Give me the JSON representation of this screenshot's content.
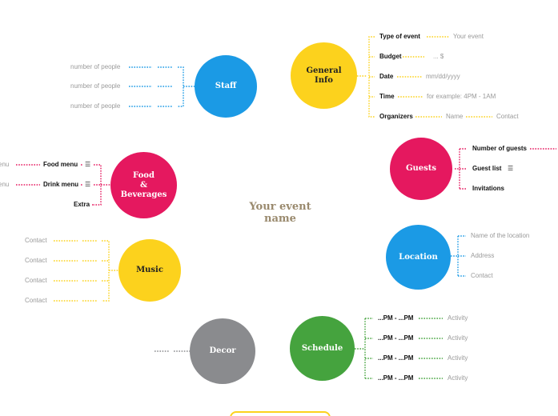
{
  "title": "Your event name",
  "staff": {
    "label": "Staff",
    "items": [
      "number of people",
      "number of people",
      "number of people"
    ]
  },
  "general_info": {
    "label": "General\nInfo",
    "rows": [
      {
        "key": "Type of event",
        "value": "Your event"
      },
      {
        "key": "Budget",
        "value": "... $"
      },
      {
        "key": "Date",
        "value": "mm/dd/yyyy"
      },
      {
        "key": "Time",
        "value": "for example: 4PM - 1AM"
      },
      {
        "key": "Organizers",
        "value": "Name",
        "extra": "Contact"
      }
    ]
  },
  "food": {
    "label": "Food\n&\nBeverages",
    "items": [
      "Food menu",
      "Drink menu",
      "Extra"
    ],
    "outer": [
      "enu",
      "enu"
    ]
  },
  "guests": {
    "label": "Guests",
    "items": [
      "Number of guests",
      "Guest list",
      "Invitations"
    ]
  },
  "location": {
    "label": "Location",
    "items": [
      "Name of the location",
      "Address",
      "Contact"
    ]
  },
  "music": {
    "label": "Music",
    "items": [
      "Contact",
      "Contact",
      "Contact",
      "Contact"
    ]
  },
  "schedule": {
    "label": "Schedule",
    "rows": [
      {
        "time": "...PM - ...PM",
        "activity": "Activity"
      },
      {
        "time": "...PM - ...PM",
        "activity": "Activity"
      },
      {
        "time": "...PM - ...PM",
        "activity": "Activity"
      },
      {
        "time": "...PM - ...PM",
        "activity": "Activity"
      }
    ]
  },
  "decor": {
    "label": "Decor"
  },
  "icons": {
    "list": "list-icon"
  },
  "colors": {
    "blue": "#1b9ae5",
    "yellow": "#fcd21d",
    "pink": "#e5185f",
    "green": "#45a33e",
    "gray": "#8a8b8e",
    "title": "#9a8a6e"
  }
}
